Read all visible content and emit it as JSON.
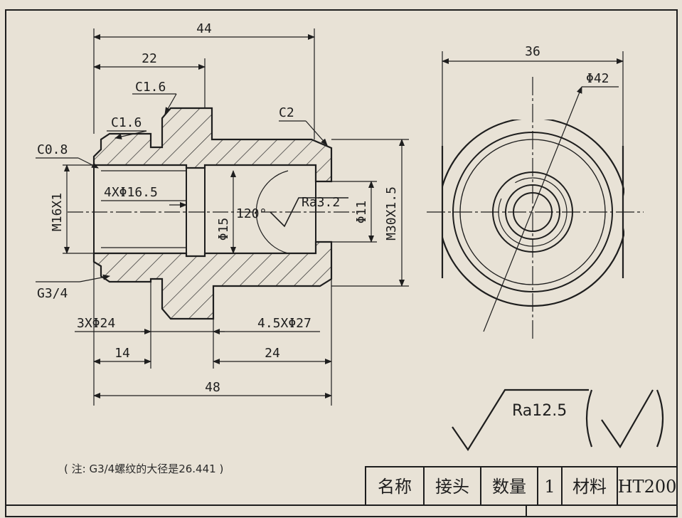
{
  "front_view": {
    "dims": {
      "overall_top": "44",
      "left_top": "22",
      "overall_bottom": "48",
      "left_bottom": "14",
      "right_bottom": "24",
      "right_diameter": "36"
    },
    "chamfers": {
      "c16_upper": "C1.6",
      "c16_lower": "C1.6",
      "c08": "C0.8",
      "c2": "C2"
    },
    "callouts": {
      "thread_left": "M16X1",
      "thread_right": "M30X1.5",
      "bore_groove": "4XΦ16.5",
      "bore_dia": "Φ15",
      "angle": "120°",
      "roughness": "Ra3.2",
      "bore_right": "Φ11",
      "pipe_thread": "G3/4",
      "groove_left": "3XΦ24",
      "groove_right": "4.5XΦ27"
    }
  },
  "side_view": {
    "outer_dia": "Φ42"
  },
  "surface_finish": {
    "value": "Ra12.5"
  },
  "note": "( 注: G3/4螺纹的大径是26.441 )",
  "title_block": {
    "name_label": "名称",
    "name_value": "接头",
    "qty_label": "数量",
    "qty_value": "1",
    "material_label": "材料",
    "material_value": "HT200"
  }
}
